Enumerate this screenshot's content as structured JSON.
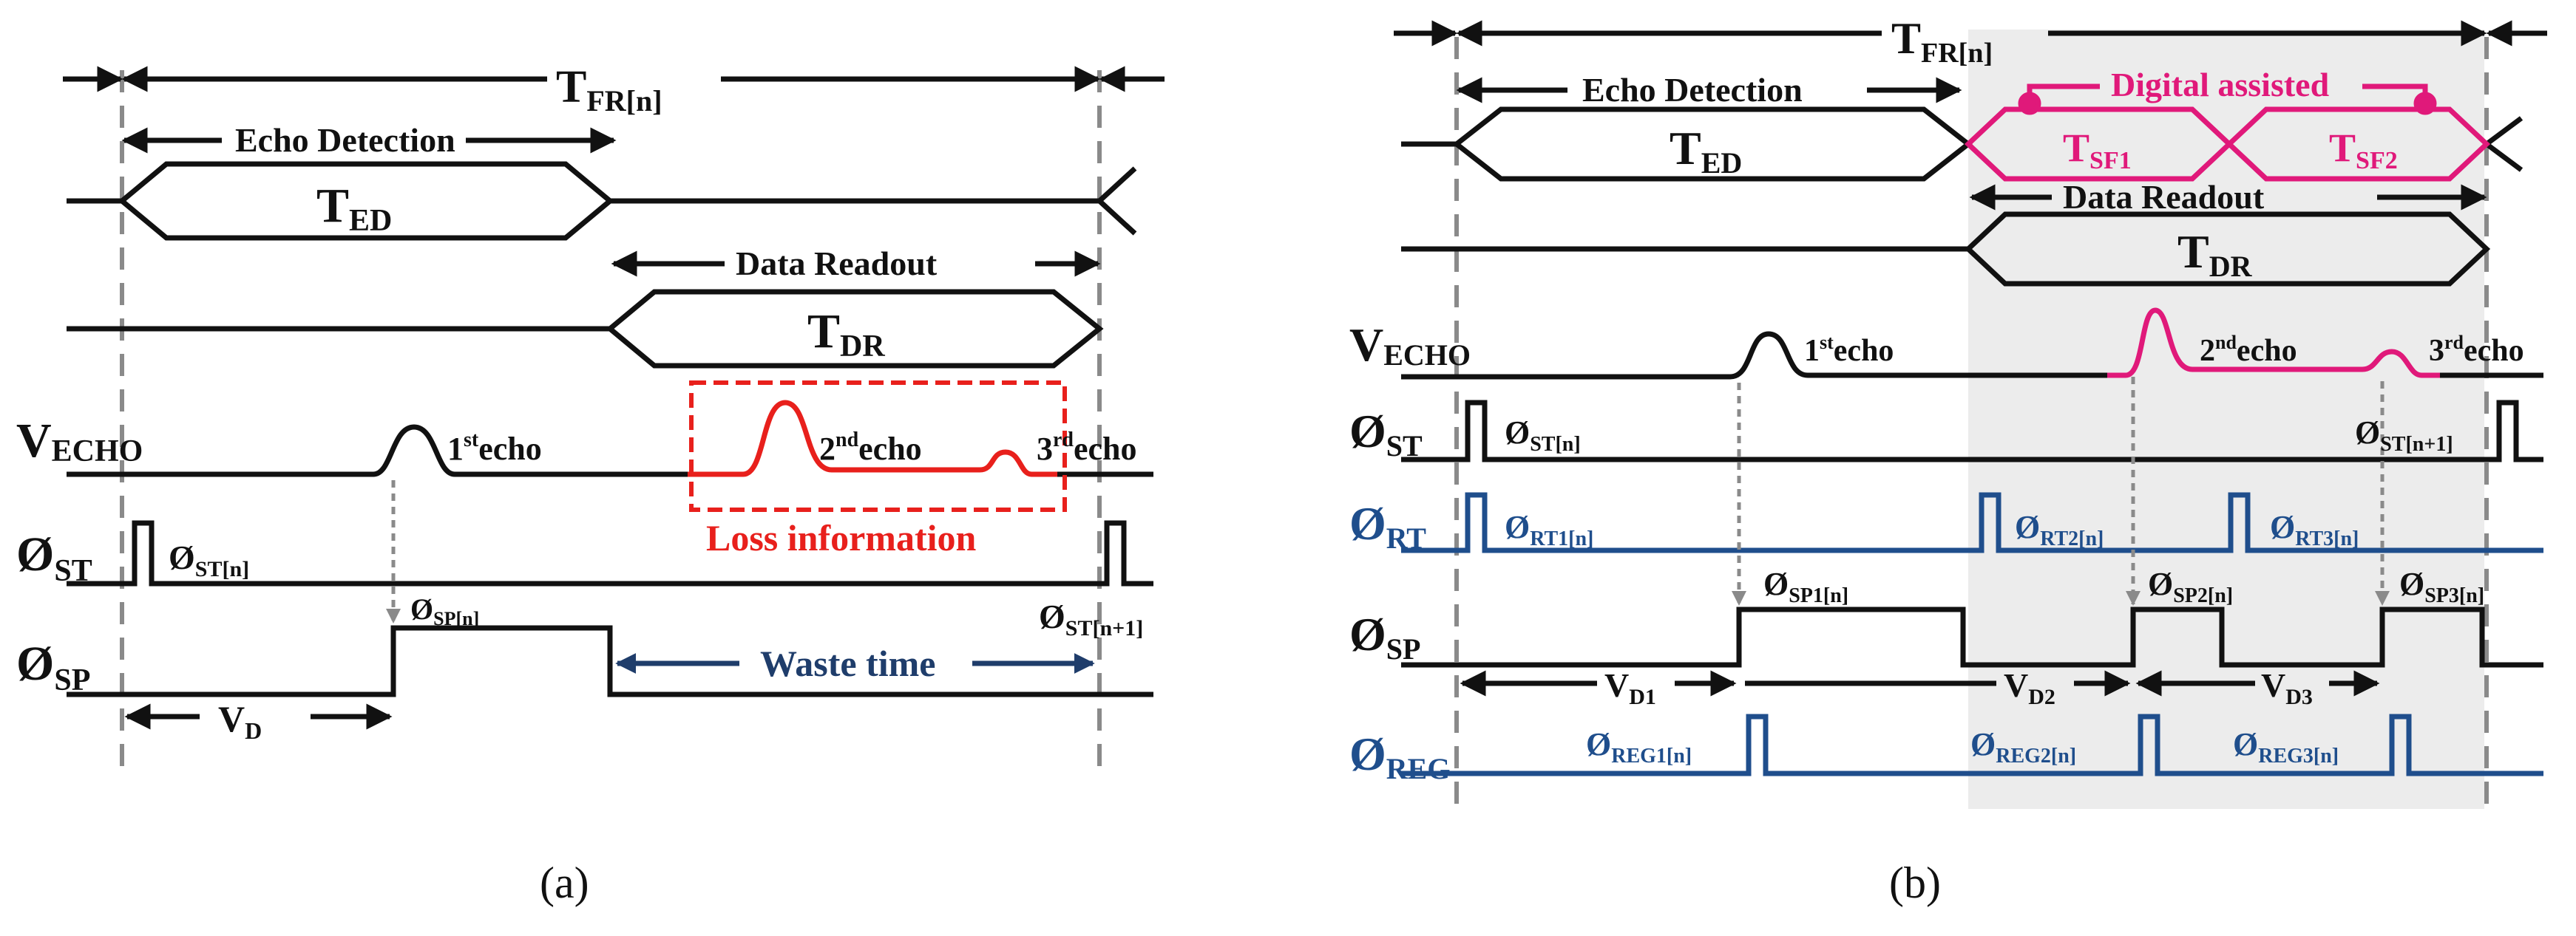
{
  "colors": {
    "black": "#111111",
    "red": "#e8201c",
    "magenta": "#e0197a",
    "blue": "#1f4e8c",
    "arrow_blue": "#1f3d6b",
    "dash": "#8a8a8a",
    "shade": "#ececec"
  },
  "panel_a": {
    "caption": "(a)",
    "tfr": {
      "base": "T",
      "sub": "FR[n]"
    },
    "echo_detection": "Echo Detection",
    "ted": {
      "base": "T",
      "sub": "ED"
    },
    "data_readout": "Data Readout",
    "tdr": {
      "base": "T",
      "sub": "DR"
    },
    "vecho": {
      "base": "V",
      "sub": "ECHO"
    },
    "echo1": {
      "num": "1",
      "sup": "st",
      "word": "echo"
    },
    "echo2": {
      "num": "2",
      "sup": "nd",
      "word": "echo"
    },
    "echo3": {
      "num": "3",
      "sup": "rd",
      "word": "echo"
    },
    "loss": "Loss information",
    "phi_st": {
      "base": "Ø",
      "sub": "ST"
    },
    "phi_st_n": {
      "base": "Ø",
      "sub": "ST[n]"
    },
    "phi_st_n1": {
      "base": "Ø",
      "sub": "ST[n+1]"
    },
    "phi_sp": {
      "base": "Ø",
      "sub": "SP"
    },
    "phi_sp_n": {
      "base": "Ø",
      "sub": "SP[n]"
    },
    "waste": "Waste time",
    "vd": {
      "base": "V",
      "sub": "D"
    }
  },
  "panel_b": {
    "caption": "(b)",
    "tfr": {
      "base": "T",
      "sub": "FR[n]"
    },
    "echo_detection": "Echo Detection",
    "ted": {
      "base": "T",
      "sub": "ED"
    },
    "digital": "Digital assisted",
    "tsf1": {
      "base": "T",
      "sub": "SF1"
    },
    "tsf2": {
      "base": "T",
      "sub": "SF2"
    },
    "data_readout": "Data Readout",
    "tdr": {
      "base": "T",
      "sub": "DR"
    },
    "vecho": {
      "base": "V",
      "sub": "ECHO"
    },
    "echo1": {
      "num": "1",
      "sup": "st",
      "word": "echo"
    },
    "echo2": {
      "num": "2",
      "sup": "nd",
      "word": "echo"
    },
    "echo3": {
      "num": "3",
      "sup": "rd",
      "word": "echo"
    },
    "phi_st": {
      "base": "Ø",
      "sub": "ST"
    },
    "phi_st_n": {
      "base": "Ø",
      "sub": "ST[n]"
    },
    "phi_st_n1": {
      "base": "Ø",
      "sub": "ST[n+1]"
    },
    "phi_rt": {
      "base": "Ø",
      "sub": "RT"
    },
    "phi_rt1": {
      "base": "Ø",
      "sub": "RT1[n]"
    },
    "phi_rt2": {
      "base": "Ø",
      "sub": "RT2[n]"
    },
    "phi_rt3": {
      "base": "Ø",
      "sub": "RT3[n]"
    },
    "phi_sp": {
      "base": "Ø",
      "sub": "SP"
    },
    "phi_sp1": {
      "base": "Ø",
      "sub": "SP1[n]"
    },
    "phi_sp2": {
      "base": "Ø",
      "sub": "SP2[n]"
    },
    "phi_sp3": {
      "base": "Ø",
      "sub": "SP3[n]"
    },
    "vd1": {
      "base": "V",
      "sub": "D1"
    },
    "vd2": {
      "base": "V",
      "sub": "D2"
    },
    "vd3": {
      "base": "V",
      "sub": "D3"
    },
    "phi_reg": {
      "base": "Ø",
      "sub": "REG"
    },
    "phi_reg1": {
      "base": "Ø",
      "sub": "REG1[n]"
    },
    "phi_reg2": {
      "base": "Ø",
      "sub": "REG2[n]"
    },
    "phi_reg3": {
      "base": "Ø",
      "sub": "REG3[n]"
    }
  }
}
